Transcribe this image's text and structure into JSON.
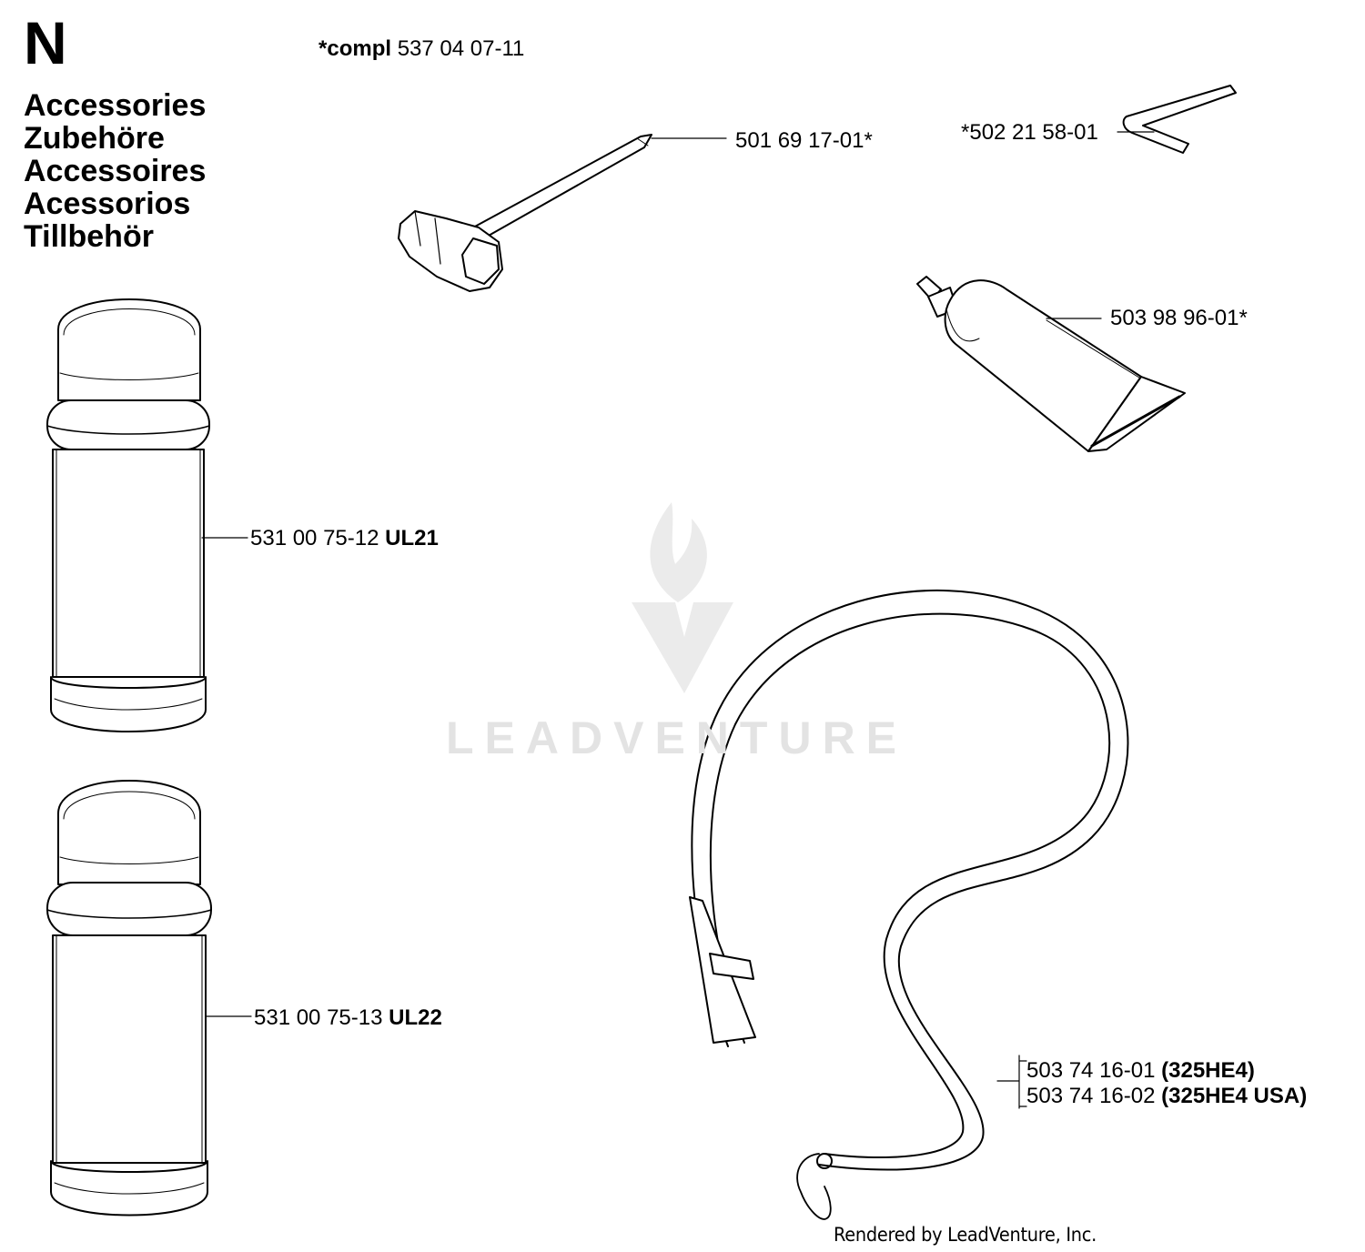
{
  "header": {
    "section_letter": "N",
    "titles": [
      "Accessories",
      "Zubehöre",
      "Accessoires",
      "Acessorios",
      "Tillbehör"
    ]
  },
  "compl_note": {
    "prefix": "*compl",
    "number": "537 04 07-11"
  },
  "parts": {
    "spark_plug_wrench": {
      "number": "501 69 17-01*"
    },
    "hex_key": {
      "number": "*502 21 58-01"
    },
    "grease_tube": {
      "number": "503 98 96-01*"
    },
    "spray_can_1": {
      "number": "531 00 75-12",
      "code": "UL21"
    },
    "spray_can_2": {
      "number": "531 00 75-13",
      "code": "UL22"
    },
    "harness_strap": {
      "variants": [
        {
          "number": "503 74 16-01",
          "model": "(325HE4)"
        },
        {
          "number": "503 74 16-02",
          "model": "(325HE4 USA)"
        }
      ]
    }
  },
  "watermark": {
    "text": "LEADVENTURE"
  },
  "credit": "Rendered by LeadVenture, Inc."
}
